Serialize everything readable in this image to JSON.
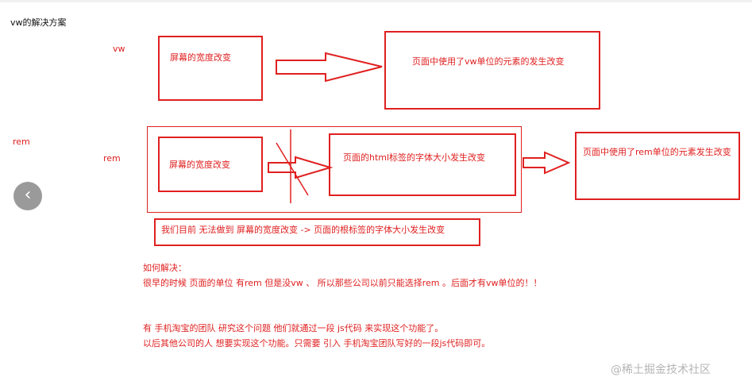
{
  "title": "vw的解决方案",
  "vw_row": {
    "label": "vw",
    "box1": "屏幕的宽度改变",
    "box2": "页面中使用了vw单位的元素的发生改变"
  },
  "rem_row": {
    "outer_label": "rem",
    "inner_label": "rem",
    "box1": "屏幕的宽度改变",
    "box2": "页面的html标签的字体大小发生改变",
    "box3": "页面中使用了rem单位的元素发生改变"
  },
  "note_box": "我们目前 无法做到  屏幕的宽度改变 ->  页面的根标签的字体大小发生改变",
  "solution": {
    "heading": "如何解决：",
    "line1": "很早的时候 页面的单位 有rem 但是没vw 、  所以那些公司以前只能选择rem 。后面才有vw单位的！！",
    "line2": "有 手机淘宝的团队 研究这个问题  他们就通过一段 js代码 来实现这个功能了。",
    "line3": "以后其他公司的人 想要实现这个功能。只需要 引入 手机淘宝团队写好的一段js代码即可。"
  },
  "nav": {
    "back_icon": "‹"
  },
  "watermark": "@稀土掘金技术社区",
  "colors": {
    "accent": "#e02020",
    "nav_button": "#9a9a9a",
    "watermark": "#b5b5b5"
  }
}
